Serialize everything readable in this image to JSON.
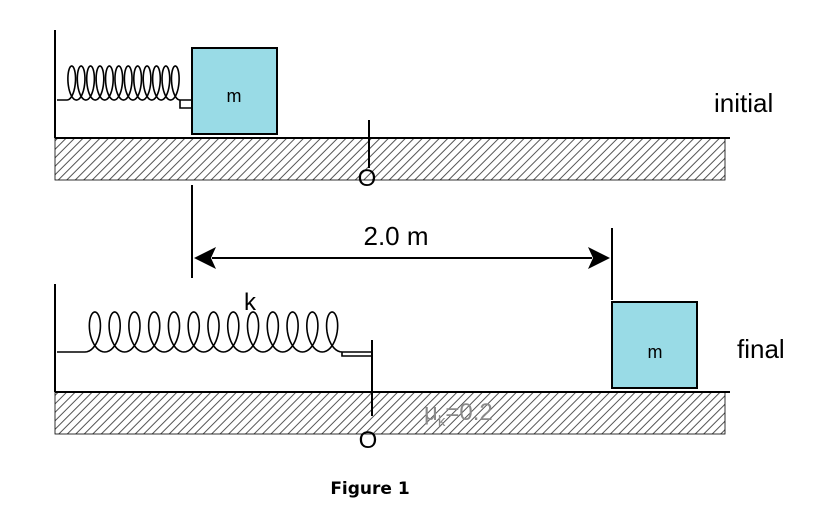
{
  "figure": {
    "initial_label": "initial",
    "final_label": "final",
    "mass_label_initial": "m",
    "mass_label_final": "m",
    "origin_label_top": "O",
    "origin_label_bottom": "O",
    "distance_label": "2.0 m",
    "spring_constant_label": "k",
    "friction_label_mu": "μ",
    "friction_label_sub": "k",
    "friction_label_value": "=0.2",
    "caption": "Figure 1",
    "colors": {
      "block_fill": "#99dbe6",
      "line": "#000000",
      "hatch_stroke": "#555555",
      "friction_text": "#8a8a8a"
    },
    "icons": {
      "spring": "coil-spring",
      "arrow": "double-headed-arrow"
    }
  }
}
